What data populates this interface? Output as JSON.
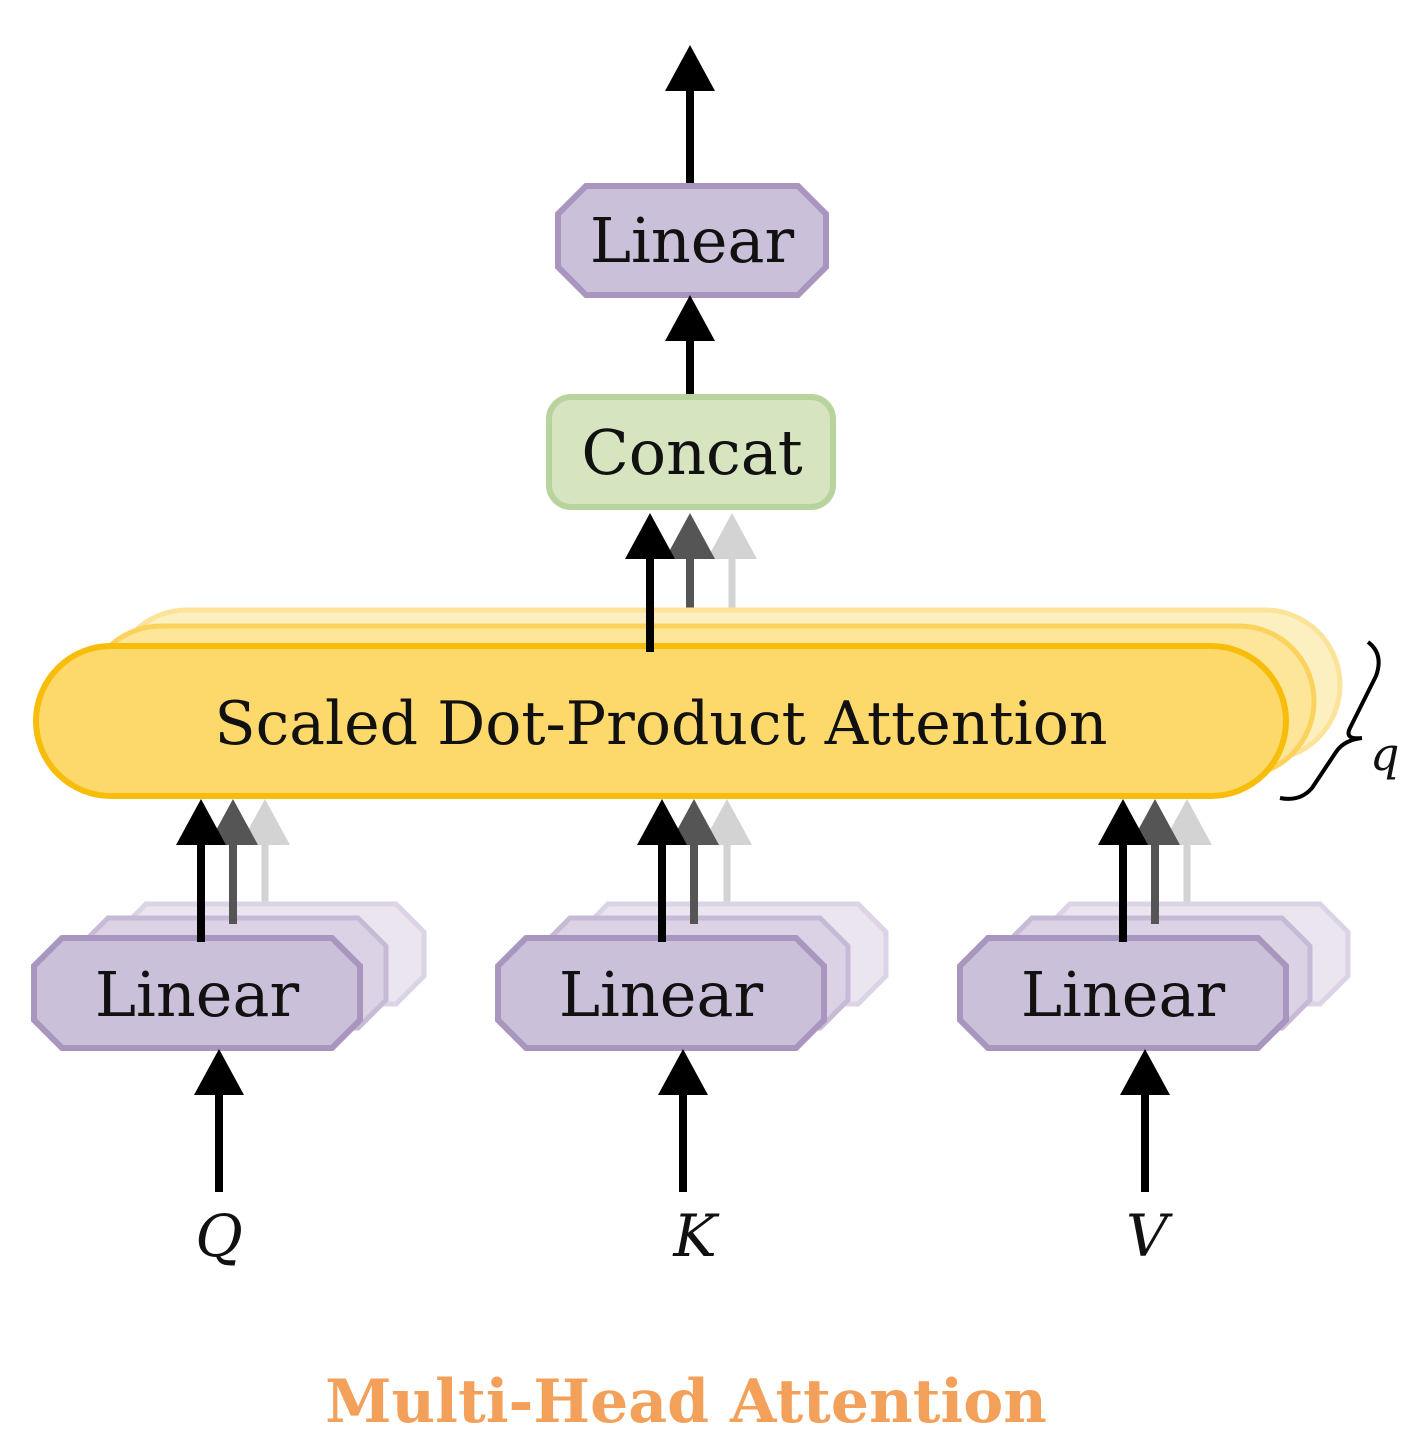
{
  "diagram": {
    "output_linear": {
      "label": "Linear"
    },
    "concat": {
      "label": "Concat"
    },
    "attention": {
      "label": "Scaled Dot-Product Attention",
      "heads_symbol": "q"
    },
    "projections": [
      {
        "label": "Linear",
        "input": "Q"
      },
      {
        "label": "Linear",
        "input": "K"
      },
      {
        "label": "Linear",
        "input": "V"
      }
    ],
    "title": "Multi-Head Attention"
  },
  "colors": {
    "linear_fill": "#cbc0d9",
    "linear_stroke": "#a996bf",
    "concat_fill": "#d6e4bf",
    "concat_stroke": "#b9d39c",
    "attention_fill": "#fcd96a",
    "attention_stroke": "#f8bd0a",
    "arrow_primary": "#000000",
    "arrow_secondary": "#555555",
    "arrow_tertiary": "#d3d3d3",
    "title": "#f3a05a"
  }
}
